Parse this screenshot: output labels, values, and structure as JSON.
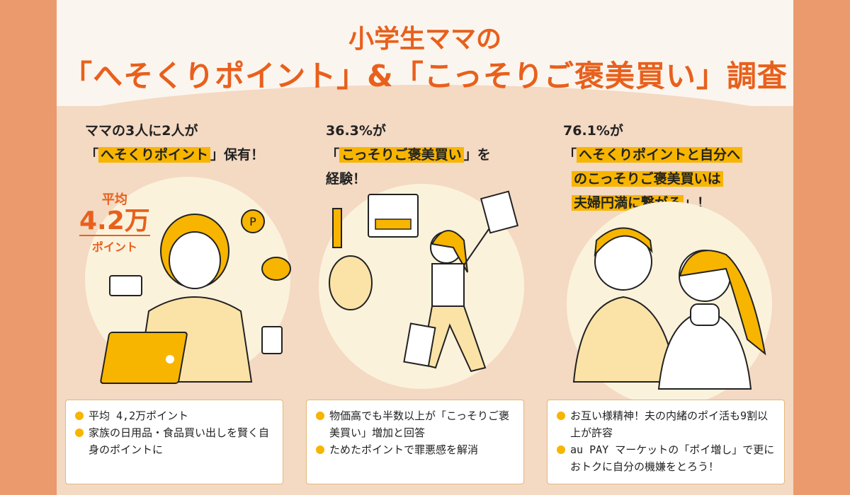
{
  "title": {
    "line1": "小学生ママの",
    "line2": "「へそくりポイント」&「こっそりご褒美買い」調査"
  },
  "columns": [
    {
      "head1": "ママの3人に2人が",
      "q_open": "「",
      "highlight": "へそくりポイント",
      "rest": "」保有！",
      "line3": "",
      "badge": {
        "label": "平均",
        "value": "4.2万",
        "unit": "ポイント"
      },
      "bullets": [
        "平均 4,2万ポイント",
        "家族の日用品・食品買い出しを賢く自身のポイントに"
      ]
    },
    {
      "head1": "36.3%が",
      "q_open": "「",
      "highlight": "こっそりご褒美買い",
      "rest": "」を",
      "line3": "経験！",
      "bullets": [
        "物価高でも半数以上が「こっそりご褒美買い」増加と回答",
        "ためたポイントで罪悪感を解消"
      ]
    },
    {
      "head1": "76.1%が",
      "hl_a": "へそくりポイントと自分へ",
      "hl_b": "のこっそりご褒美買いは",
      "hl_c": "夫婦円満に繋がる",
      "end": "」！",
      "bullets": [
        "お互い様精神！夫の内緒のポイ活も9割以上が許容",
        "au PAY マーケットの「ポイ増し」で更におトクに自分の機嫌をとろう！"
      ]
    }
  ],
  "colors": {
    "accent": "#e8601c",
    "highlight": "#f7b500",
    "background": "#ea9a6d",
    "panel": "#f4d9c3"
  }
}
